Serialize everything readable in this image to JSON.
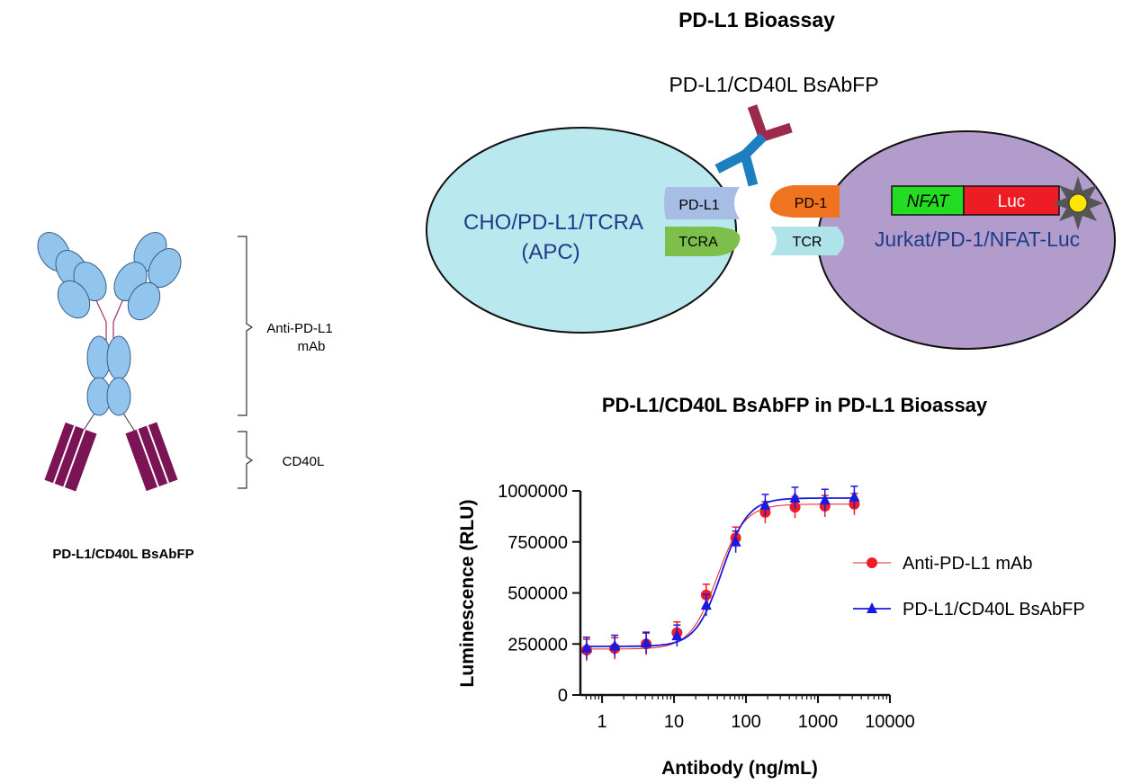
{
  "left_panel": {
    "brace_upper_label_line1": "Anti-PD-L1",
    "brace_upper_label_line2": "mAb",
    "brace_lower_label": "CD40L",
    "molecule_caption": "PD-L1/CD40L BsAbFP"
  },
  "bioassay": {
    "title": "PD-L1 Bioassay",
    "antibody_label": "PD-L1/CD40L BsAbFP",
    "apc_cell_line1": "CHO/PD-L1/TCRA",
    "apc_cell_line2": "(APC)",
    "effector_cell": "Jurkat/PD-1/NFAT-Luc",
    "receptors": {
      "pdl1": "PD-L1",
      "tcra": "TCRA",
      "pd1": "PD-1",
      "tcr": "TCR"
    },
    "reporter": {
      "nfat": "NFAT",
      "luc": "Luc"
    }
  },
  "chart_data": {
    "type": "scatter",
    "title": "PD-L1/CD40L BsAbFP in PD-L1 Bioassay",
    "xlabel": "Antibody (ng/mL)",
    "ylabel": "Luminescence (RLU)",
    "xscale": "log",
    "xlim": [
      0.5,
      10000
    ],
    "ylim": [
      0,
      1000000
    ],
    "x_ticks": [
      1,
      10,
      100,
      1000,
      10000
    ],
    "x_tick_labels": [
      "1",
      "10",
      "100",
      "1000",
      "10000"
    ],
    "y_ticks": [
      0,
      250000,
      500000,
      750000,
      1000000
    ],
    "y_tick_labels": [
      "0",
      "250000",
      "500000",
      "750000",
      "1000000"
    ],
    "legend_position": "right",
    "series": [
      {
        "name": "Anti-PD-L1 mAb",
        "color": "#ee1c25",
        "marker": "circle",
        "x": [
          0.61,
          1.5,
          4.1,
          11,
          28,
          72,
          185,
          480,
          1250,
          3200
        ],
        "y": [
          220000,
          228000,
          250000,
          305000,
          490000,
          770000,
          895000,
          920000,
          925000,
          935000
        ],
        "fit": {
          "bottom": 225000,
          "top": 935000,
          "ec50": 40,
          "hill": 2.3
        }
      },
      {
        "name": "PD-L1/CD40L BsAbFP",
        "color": "#1a1adf",
        "marker": "triangle",
        "x": [
          0.61,
          1.5,
          4.1,
          11,
          28,
          72,
          185,
          480,
          1250,
          3200
        ],
        "y": [
          230000,
          240000,
          255000,
          290000,
          440000,
          750000,
          930000,
          965000,
          955000,
          970000
        ],
        "fit": {
          "bottom": 238000,
          "top": 965000,
          "ec50": 46,
          "hill": 2.4
        }
      }
    ]
  }
}
